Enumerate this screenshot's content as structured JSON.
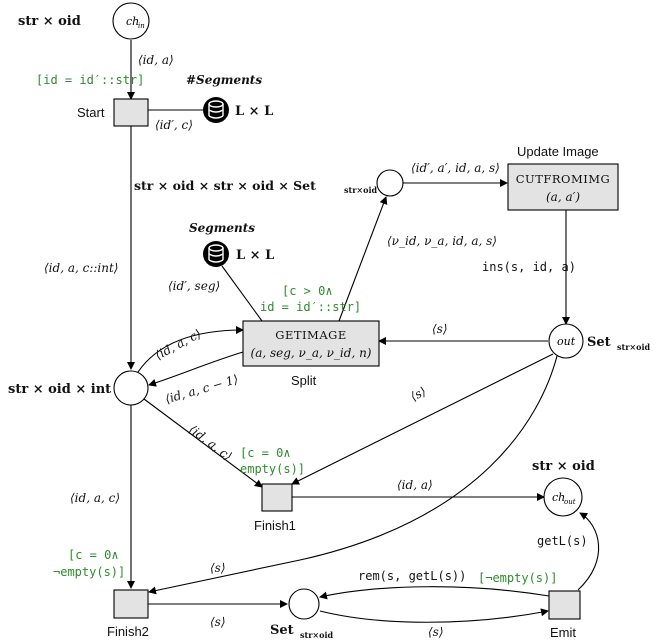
{
  "places": {
    "ch_in": "ch",
    "ch_in_sub": "in",
    "ch_out": "ch",
    "ch_out_sub": "out",
    "out": "out"
  },
  "sorts": {
    "top_left": "str × oid",
    "segments_db": "L × L",
    "segments_db2": "L × L",
    "mid_chain": "str × oid × str × oid × Set",
    "mid_chain_sub": "str×oid",
    "left_place": "str × oid × int",
    "out_place": "Set",
    "out_place_sub": "str×oid",
    "ch_out_place": "str × oid",
    "bottom_place": "Set",
    "bottom_place_sub": "str×oid"
  },
  "datastores": {
    "seg1_label": "#Segments",
    "seg2_label": "Segments"
  },
  "transitions": {
    "start": "Start",
    "update_image_title": "Update Image",
    "cut_from_img": "CUTFROMIMG",
    "cut_from_img_args": "(a, a′)",
    "get_image": "GETIMAGE",
    "get_image_args": "(a, seg, ν_a, ν_id, n)",
    "split": "Split",
    "finish1": "Finish1",
    "finish2": "Finish2",
    "emit": "Emit"
  },
  "guards": {
    "start": "[id = id′::str]",
    "getimage_1": "[c > 0∧",
    "getimage_2": "id = id′::str]",
    "finish1_1": "[c = 0∧",
    "finish1_2": "empty(s)]",
    "finish2_1": "[c = 0∧",
    "finish2_2": "¬empty(s)]",
    "emit": "[¬empty(s)]"
  },
  "arcs": {
    "chin_start": "⟨id, a⟩",
    "start_seg": "⟨id′, c⟩",
    "start_left": "⟨id, a, c::int⟩",
    "seg2_getimage": "⟨id′, seg⟩",
    "mid_cut": "⟨id′, a′, id, a, s⟩",
    "getimage_mid": "⟨ν_id, ν_a, id, a, s⟩",
    "cut_out": "ins(s, id, a)",
    "out_getimage": "⟨s⟩",
    "left_getimage": "⟨id, a, c⟩",
    "getimage_left": "⟨id, a, c − 1⟩",
    "out_finish1": "⟨s⟩",
    "left_finish1": "⟨id, a, c⟩",
    "finish1_chout": "⟨id, a⟩",
    "left_finish2": "⟨id, a, c⟩",
    "out_finish2": "⟨s⟩",
    "finish2_bottom": "⟨s⟩",
    "emit_bottom": "rem(s, getL(s))",
    "bottom_emit": "⟨s⟩",
    "emit_chout": "getL(s)"
  }
}
